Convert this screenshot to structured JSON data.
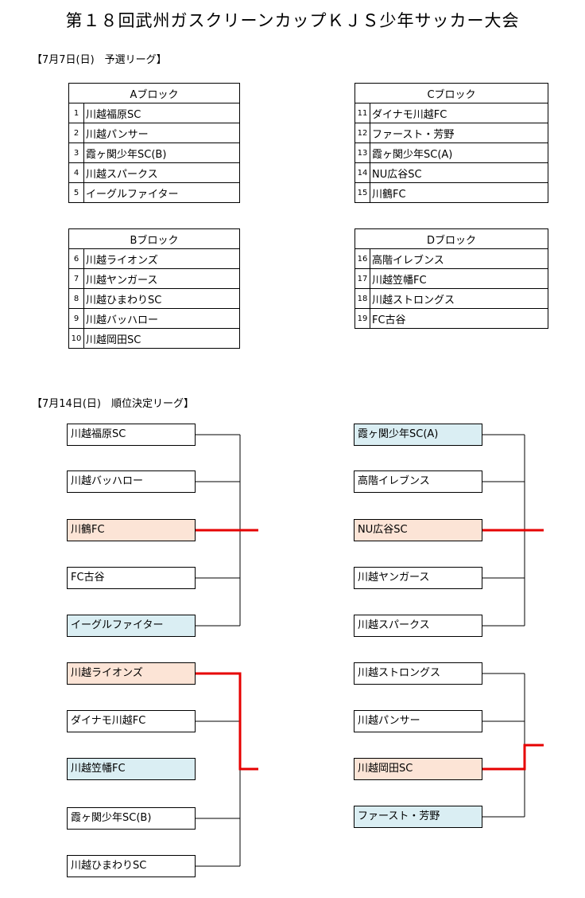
{
  "title": "第１８回武州ガスクリーンカップＫＪＳ少年サッカー大会",
  "prelim": {
    "label": "【7月7日(日)　予選リーグ】",
    "blocks": [
      {
        "name": "Aブロック",
        "teams": [
          {
            "no": "1",
            "name": "川越福原SC"
          },
          {
            "no": "2",
            "name": "川越パンサー"
          },
          {
            "no": "3",
            "name": "霞ヶ関少年SC(B)"
          },
          {
            "no": "4",
            "name": "川越スパークス"
          },
          {
            "no": "5",
            "name": "イーグルファイター"
          }
        ]
      },
      {
        "name": "Bブロック",
        "teams": [
          {
            "no": "6",
            "name": "川越ライオンズ"
          },
          {
            "no": "7",
            "name": "川越ヤンガース"
          },
          {
            "no": "8",
            "name": "川越ひまわりSC"
          },
          {
            "no": "9",
            "name": "川越バッハロー"
          },
          {
            "no": "10",
            "name": "川越岡田SC"
          }
        ]
      },
      {
        "name": "Cブロック",
        "teams": [
          {
            "no": "11",
            "name": "ダイナモ川越FC"
          },
          {
            "no": "12",
            "name": "ファースト・芳野"
          },
          {
            "no": "13",
            "name": "霞ヶ関少年SC(A)"
          },
          {
            "no": "14",
            "name": "NU広谷SC"
          },
          {
            "no": "15",
            "name": "川鶴FC"
          }
        ]
      },
      {
        "name": "Dブロック",
        "teams": [
          {
            "no": "16",
            "name": "高階イレブンス"
          },
          {
            "no": "17",
            "name": "川越笠幡FC"
          },
          {
            "no": "18",
            "name": "川越ストロングス"
          },
          {
            "no": "19",
            "name": "FC古谷"
          }
        ]
      }
    ]
  },
  "final": {
    "label": "【7月14日(日)　順位決定リーグ】",
    "left_group1": [
      "川越福原SC",
      "川越バッハロー",
      "川鶴FC",
      "FC古谷",
      "イーグルファイター"
    ],
    "left_group2": [
      "川越ライオンズ",
      "ダイナモ川越FC",
      "川越笠幡FC",
      "霞ヶ関少年SC(B)",
      "川越ひまわりSC"
    ],
    "right_group1": [
      "霞ヶ関少年SC(A)",
      "高階イレブンス",
      "NU広谷SC",
      "川越ヤンガース",
      "川越スパークス"
    ],
    "right_group2": [
      "川越ストロングス",
      "川越パンサー",
      "川越岡田SC",
      "ファースト・芳野"
    ]
  },
  "colors": {
    "highlight_orange": "#fce4d6",
    "highlight_blue": "#daeef3",
    "winner_line": "#e60000"
  }
}
